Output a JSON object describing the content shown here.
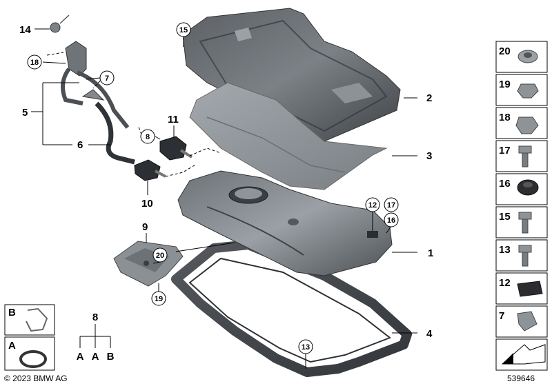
{
  "callouts": {
    "c1": "1",
    "c2": "2",
    "c3": "3",
    "c4": "4",
    "c5": "5",
    "c6": "6",
    "c7": "7",
    "c8": "8",
    "c9": "9",
    "c10": "10",
    "c11": "11",
    "c12": "12",
    "c13": "13",
    "c14": "14",
    "c15": "15",
    "c16": "16",
    "c17": "17",
    "c18": "18",
    "c19": "19",
    "c20": "20"
  },
  "set_diagram": {
    "number": "8",
    "letters": [
      "A",
      "A",
      "B"
    ]
  },
  "insets": {
    "top": "B",
    "bottom": "A"
  },
  "sidebar": {
    "items": [
      "20",
      "19",
      "18",
      "17",
      "16",
      "15",
      "13",
      "12",
      "7"
    ]
  },
  "footer": {
    "copyright": "© 2023 BMW AG",
    "diagram_id": "539646"
  },
  "colors": {
    "line": "#000000",
    "part_dark": "#4a4e52",
    "part_mid": "#7b8085",
    "part_light": "#b9bdc1"
  }
}
